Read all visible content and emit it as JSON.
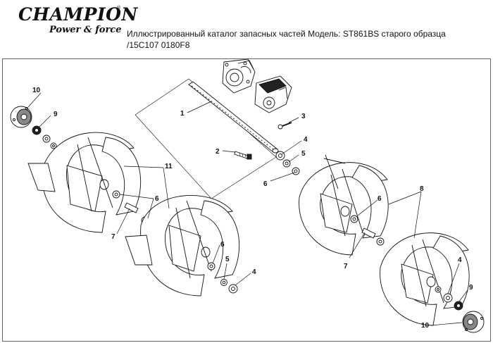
{
  "brand": {
    "name": "CHAMPION",
    "registered": "®",
    "tagline": "Power & force"
  },
  "title": {
    "line1": "Иллюстрированный каталог запасных частей Модель: ST861BS старого образца",
    "line2": "/15C107 0180F8"
  },
  "callouts": {
    "c1": "1",
    "c2": "2",
    "c3": "3",
    "c4a": "4",
    "c4b": "4",
    "c4c": "4",
    "c5a": "5",
    "c5b": "5",
    "c6a": "6",
    "c6b": "6",
    "c6c": "6",
    "c6d": "6",
    "c7a": "7",
    "c7b": "7",
    "c8": "8",
    "c9a": "9",
    "c9b": "9",
    "c10a": "10",
    "c10b": "10",
    "c11": "11"
  }
}
